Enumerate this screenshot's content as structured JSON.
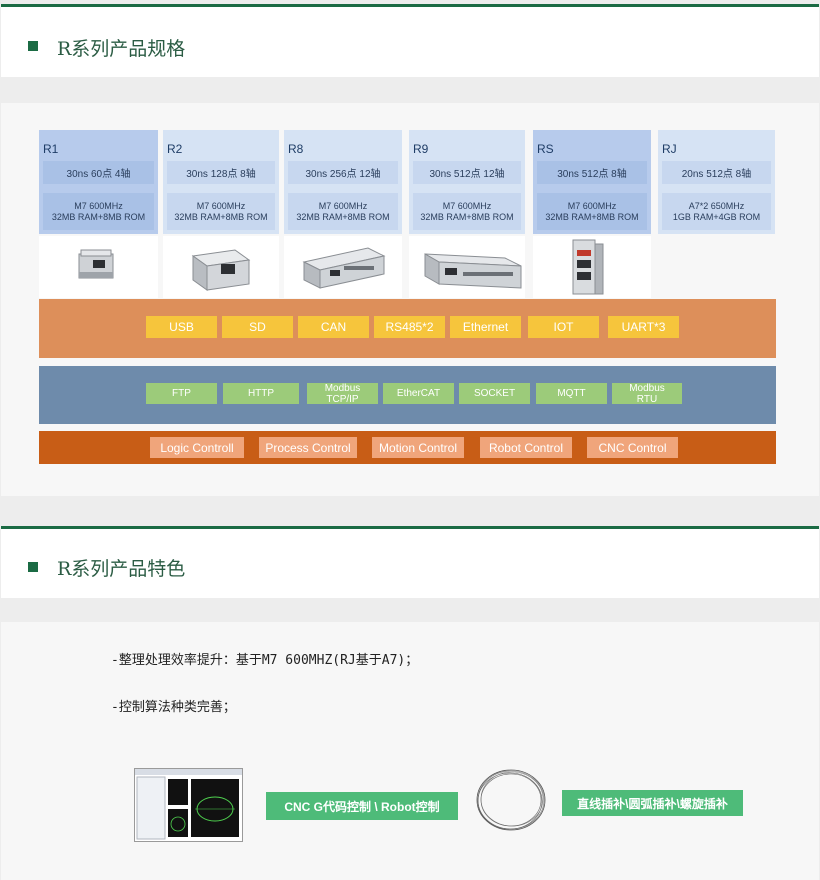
{
  "section1": {
    "title": "R系列产品规格"
  },
  "section2": {
    "title": "R系列产品特色"
  },
  "products": [
    {
      "name": "R1",
      "speed": "30ns 60点 4轴",
      "cpu": "M7 600MHz",
      "mem": "32MB RAM+8MB ROM"
    },
    {
      "name": "R2",
      "speed": "30ns 128点 8轴",
      "cpu": "M7 600MHz",
      "mem": "32MB RAM+8MB ROM"
    },
    {
      "name": "R8",
      "speed": "30ns 256点 12轴",
      "cpu": "M7 600MHz",
      "mem": "32MB RAM+8MB ROM"
    },
    {
      "name": "R9",
      "speed": "30ns 512点 12轴",
      "cpu": "M7 600MHz",
      "mem": "32MB RAM+8MB ROM"
    },
    {
      "name": "RS",
      "speed": "30ns 512点 8轴",
      "cpu": "M7 600MHz",
      "mem": "32MB RAM+8MB ROM"
    },
    {
      "name": "RJ",
      "speed": "20ns 512点 8轴",
      "cpu": "A7*2 650MHz",
      "mem": "1GB RAM+4GB ROM"
    }
  ],
  "interfaces": [
    "USB",
    "SD",
    "CAN",
    "RS485*2",
    "Ethernet",
    "IOT",
    "UART*3"
  ],
  "protocols": [
    "FTP",
    "HTTP",
    "Modbus\nTCP/IP",
    "EtherCAT",
    "SOCKET",
    "MQTT",
    "Modbus\nRTU"
  ],
  "controls": [
    "Logic Controll",
    "Process Control",
    "Motion Control",
    "Robot Control",
    "CNC Control"
  ],
  "features": {
    "line1": "-整理处理效率提升：基于M7 600MHZ(RJ基于A7)；",
    "line2": "-控制算法种类完善；",
    "cnc_label": "CNC G代码控制 \\ Robot控制",
    "interp_label": "直线插补\\圆弧插补\\螺旋插补"
  },
  "colors": {
    "accent_green": "#1b6b44",
    "interface_band": "#dd8f5a",
    "protocol_band": "#6e8bab",
    "control_band": "#c85d16"
  }
}
